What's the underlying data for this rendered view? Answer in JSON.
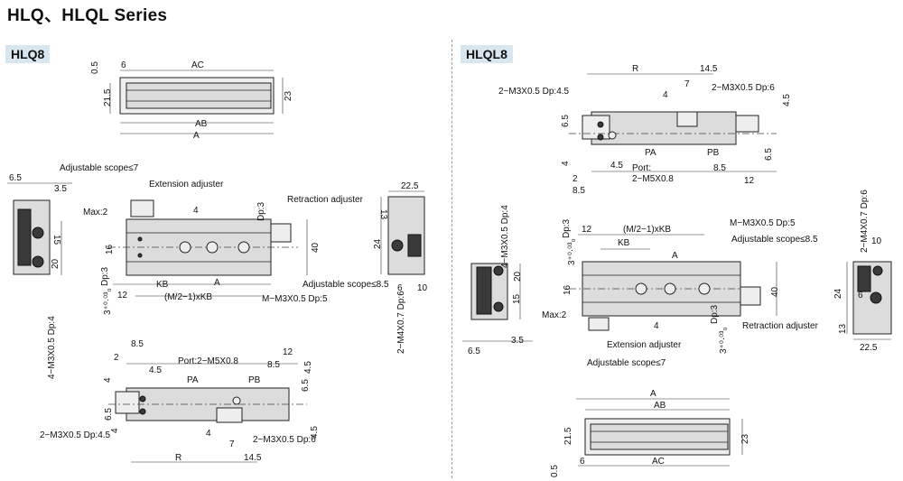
{
  "title": "HLQ、HLQL Series",
  "left": {
    "tag": "HLQ8",
    "top_view": {
      "d0_5": "0.5",
      "d6": "6",
      "ac": "AC",
      "d21_5": "21.5",
      "d23": "23",
      "ab": "AB",
      "a": "A"
    },
    "side_view": {
      "d6_5": "6.5",
      "d3_5": "3.5",
      "d15": "15",
      "d20": "20",
      "port": "4−M3X0.5 Dp:4"
    },
    "front_view": {
      "adj7": "Adjustable scope≤7",
      "ext": "Extension adjuster",
      "ret": "Retraction adjuster",
      "max2": "Max:2",
      "d4": "4",
      "dp3a": "Dp:3",
      "d16": "16",
      "d40": "40",
      "adj85": "Adjustable scope≤8.5",
      "dp3b": "Dp:3",
      "tol": "3⁺⁰·⁰³₀",
      "d12": "12",
      "kb": "KB",
      "a_mark": "A",
      "half_kb": "(M/2−1)xKB",
      "m_port": "M−M3X0.5 Dp:5"
    },
    "end_view": {
      "d22_5": "22.5",
      "d13": "13",
      "d24": "24",
      "d6": "6",
      "d10": "10",
      "port": "2−M4X0.7 Dp:6"
    },
    "bottom_view": {
      "d8_5a": "8.5",
      "d2": "2",
      "d4a": "4",
      "d4_5": "4.5",
      "port": "Port:2−M5X0.8",
      "pa": "PA",
      "pb": "PB",
      "d8_5b": "8.5",
      "d12": "12",
      "d6_5": "6.5",
      "d4b": "4",
      "d4_5b": "4.5",
      "d6_5b": "6.5",
      "m3a": "2−M3X0.5 Dp:4.5",
      "d4c": "4",
      "d7": "7",
      "m3b": "2−M3X0.5 Dp:6",
      "r": "R",
      "d14_5": "14.5"
    }
  },
  "right": {
    "tag": "HLQL8",
    "top_view": {
      "r": "R",
      "d14_5": "14.5",
      "m3a": "2−M3X0.5 Dp:4.5",
      "d7": "7",
      "m3b": "2−M3X0.5 Dp:6",
      "d4a": "4",
      "d4_5": "4.5",
      "d6_5": "6.5",
      "d4": "4",
      "pa": "PA",
      "pb": "PB",
      "d4_5b": "4.5",
      "port": "Port:",
      "port2": "2−M5X0.8",
      "d8_5a": "8.5",
      "d2": "2",
      "d8_5b": "8.5",
      "d12": "12",
      "d6_5b": "6.5"
    },
    "side_view": {
      "port": "4−M3X0.5 Dp:4",
      "d20": "20",
      "d15": "15",
      "d6_5": "6.5",
      "d3_5": "3.5"
    },
    "front_view": {
      "d12": "12",
      "half_kb": "(M/2−1)xKB",
      "m_port": "M−M3X0.5 Dp:5",
      "dp3": "Dp:3",
      "kb": "KB",
      "adj85": "Adjustable scope≤8.5",
      "tol": "3⁺⁰·⁰³₀",
      "a_mark": "A",
      "d16": "16",
      "d40": "40",
      "max2": "Max:2",
      "d4": "4",
      "dp3b": "Dp:3",
      "tol2": "3⁺⁰·⁰³₀",
      "ret": "Retraction adjuster",
      "ext": "Extension adjuster",
      "adj7": "Adjustable scope≤7"
    },
    "end_view": {
      "port": "2−M4X0.7 Dp:6",
      "d10": "10",
      "d24": "24",
      "d6": "6",
      "d13": "13",
      "d22_5": "22.5"
    },
    "bottom_view": {
      "a": "A",
      "ab": "AB",
      "d21_5": "21.5",
      "d23": "23",
      "d0_5": "0.5",
      "d6": "6",
      "ac": "AC"
    }
  }
}
